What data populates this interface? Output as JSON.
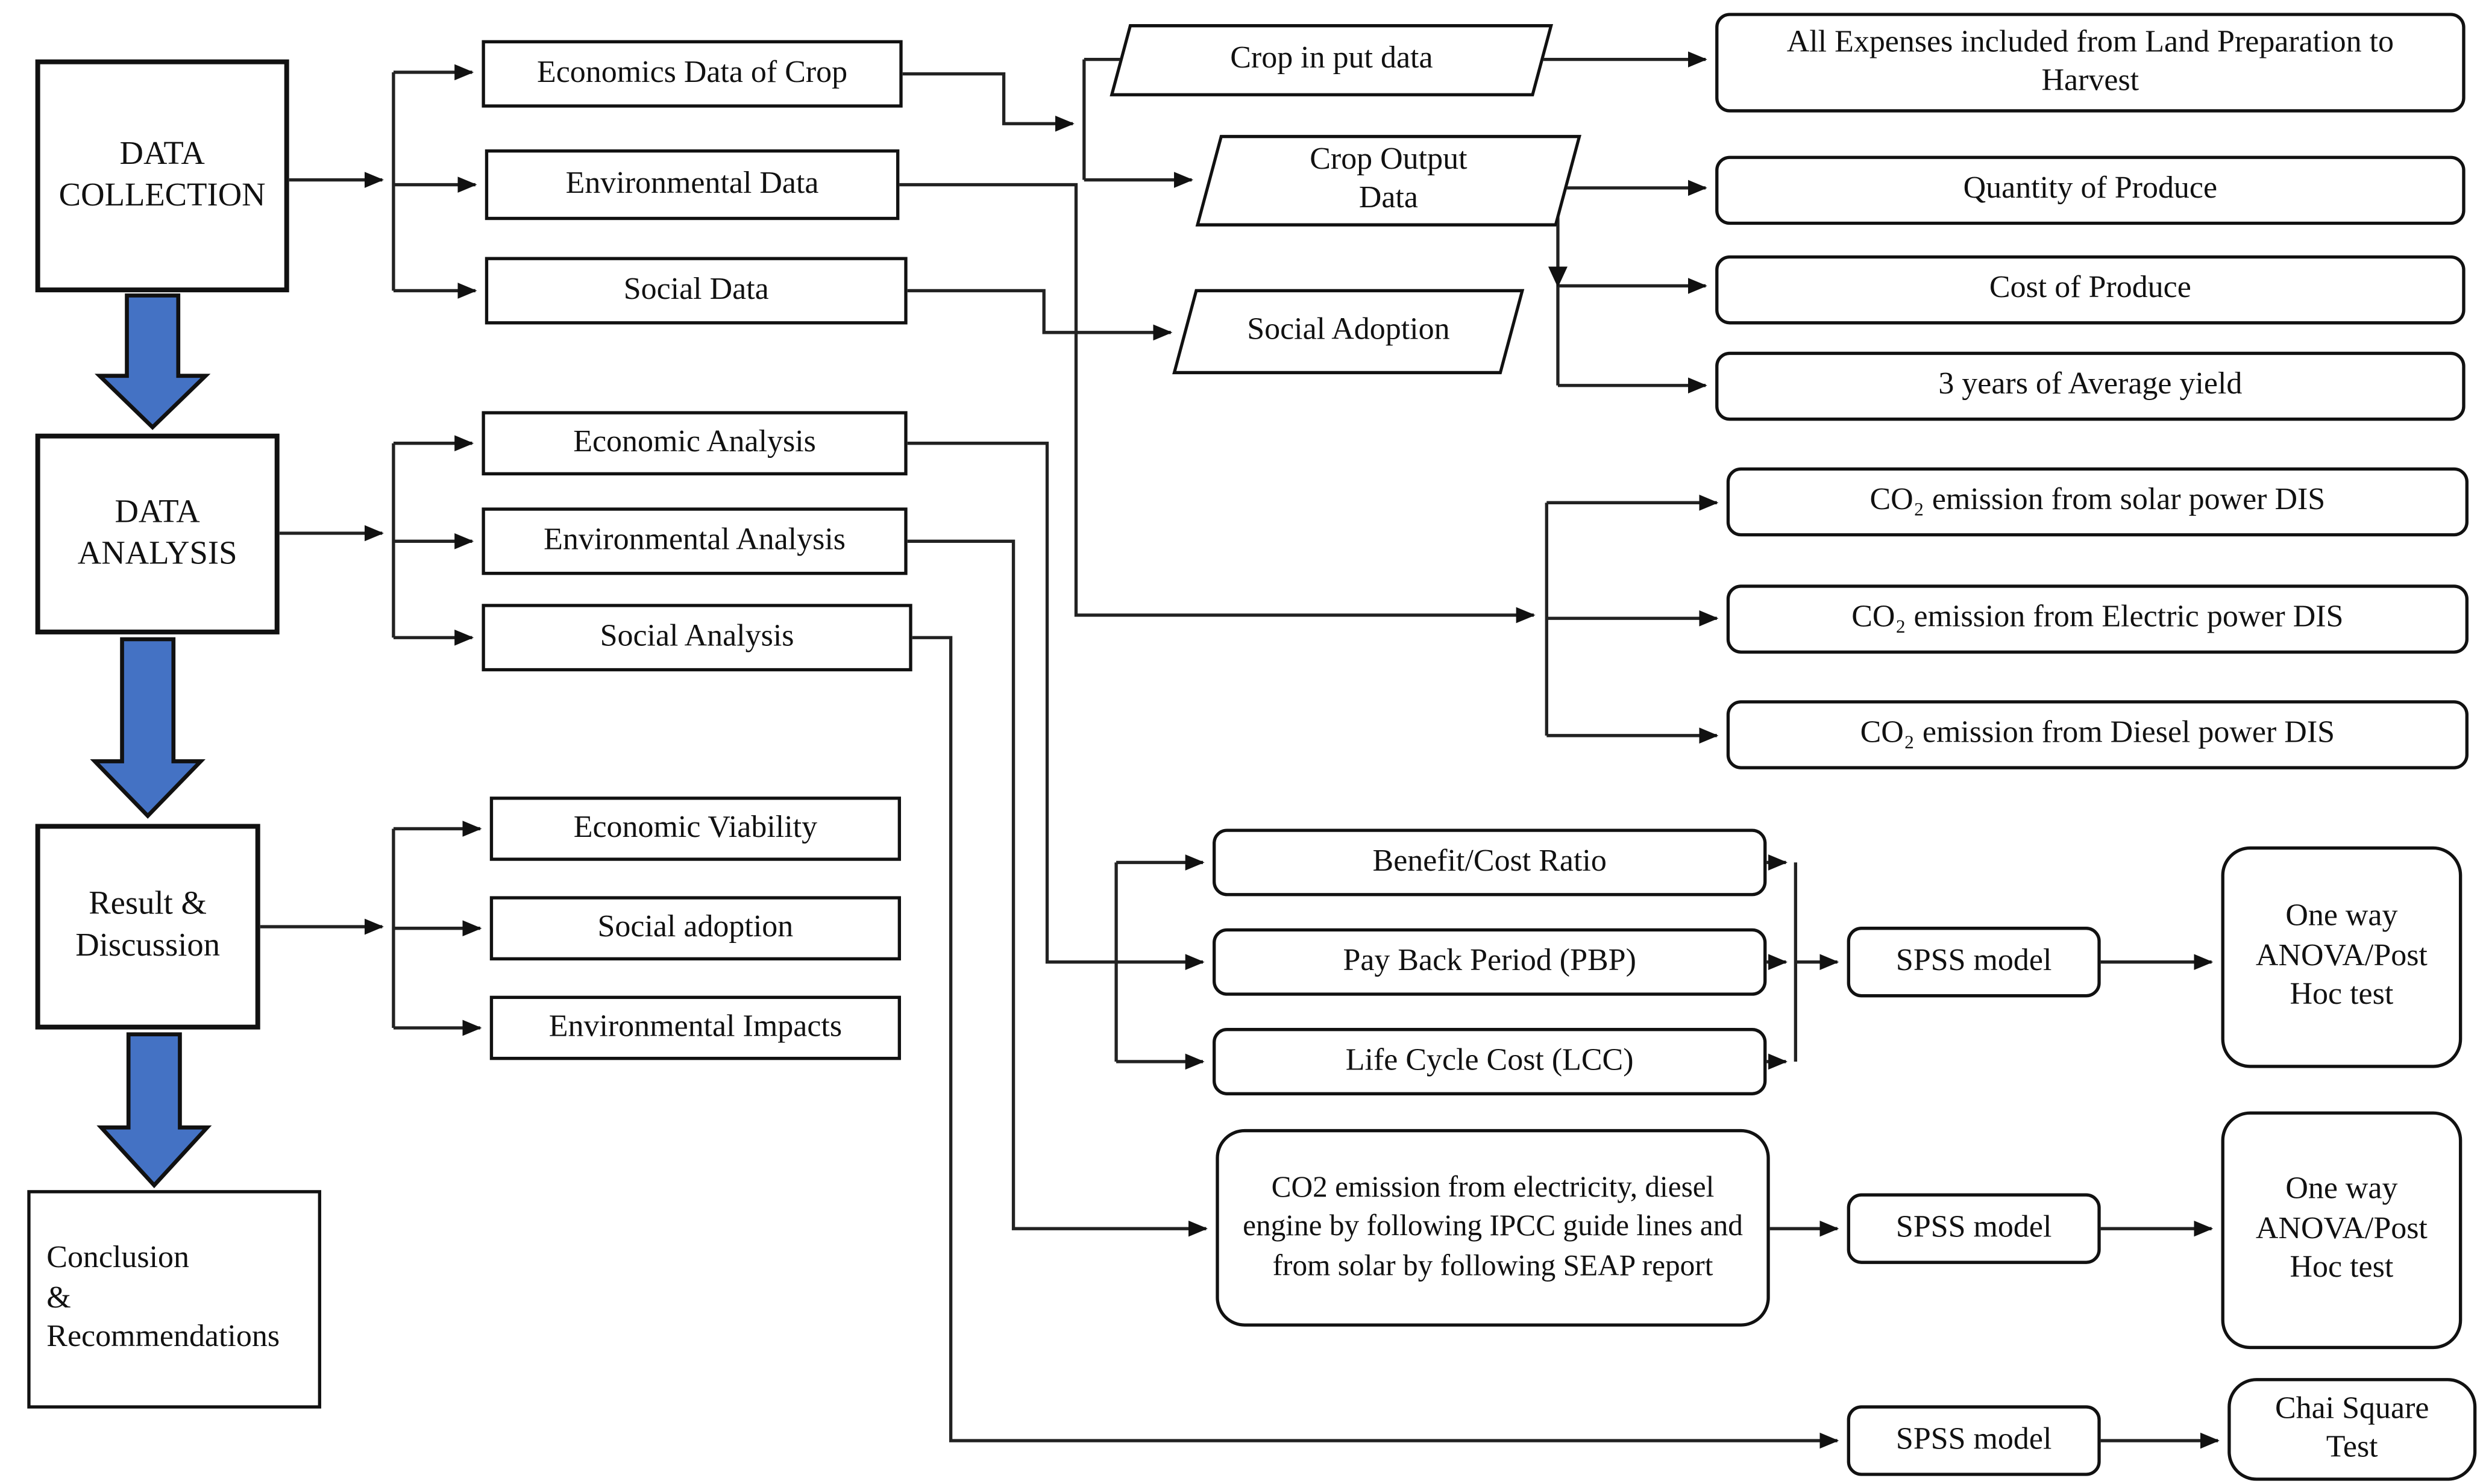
{
  "colors": {
    "arrow_blue": "#4472C4",
    "line": "#222222",
    "box_border": "#111111"
  },
  "stages": {
    "data_collection": "DATA\nCOLLECTION",
    "data_analysis": "DATA\nANALYSIS",
    "result_discussion": "Result &\nDiscussion",
    "conclusion": "Conclusion\n&\nRecommendations"
  },
  "collection_outputs": [
    {
      "label": "Economics Data of Crop"
    },
    {
      "label": "Environmental Data"
    },
    {
      "label": "Social Data"
    }
  ],
  "analysis_items": [
    {
      "label": "Economic Analysis"
    },
    {
      "label": "Environmental Analysis"
    },
    {
      "label": "Social Analysis"
    }
  ],
  "result_items": [
    {
      "label": "Economic Viability"
    },
    {
      "label": "Social adoption"
    },
    {
      "label": "Environmental Impacts"
    }
  ],
  "io_shapes": {
    "crop_input": "Crop in put data",
    "crop_output": "Crop Output\nData",
    "social_adoption": "Social Adoption"
  },
  "crop_input_details": [
    {
      "label": "All Expenses included from Land Preparation to\nHarvest"
    }
  ],
  "crop_output_details": [
    {
      "label": "Quantity of Produce"
    },
    {
      "label": "Cost of Produce"
    },
    {
      "label": "3 years of Average yield"
    }
  ],
  "co2_boxes": [
    {
      "label": "CO₂ emission from solar power DIS"
    },
    {
      "label": "CO₂ emission from Electric power DIS"
    },
    {
      "label": "CO₂ emission from Diesel power DIS"
    }
  ],
  "economic_metrics": [
    {
      "label": "Benefit/Cost Ratio"
    },
    {
      "label": "Pay Back Period (PBP)"
    },
    {
      "label": "Life Cycle Cost (LCC)"
    }
  ],
  "co2_paragraph": "CO2 emission from electricity,  diesel engine by following IPCC guide lines and from solar  by following SEAP report",
  "models": {
    "spss1": "SPSS model",
    "spss2": "SPSS model",
    "spss3": "SPSS model"
  },
  "tests": {
    "anova1": "One way\nANOVA/Post\nHoc test",
    "anova2": "One way\nANOVA/Post\nHoc test",
    "chai": "Chai Square\nTest"
  }
}
